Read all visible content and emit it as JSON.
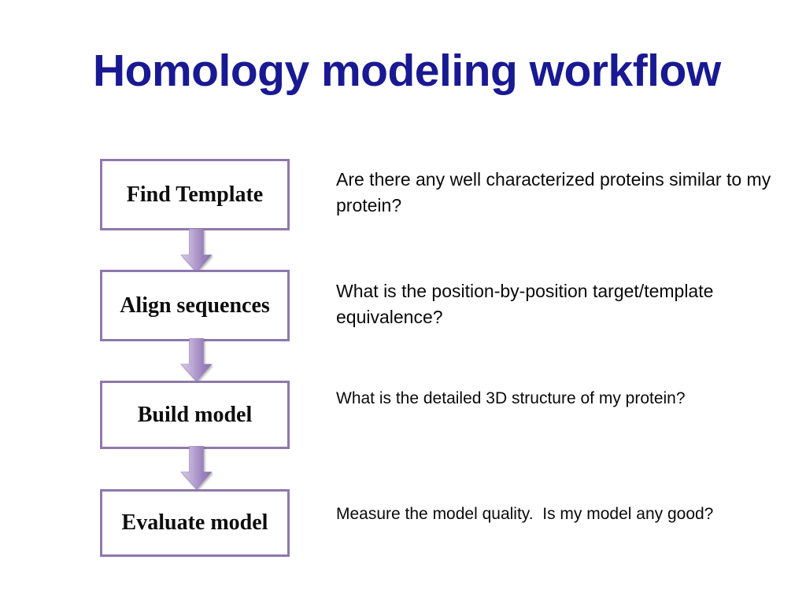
{
  "slide": {
    "title": "Homology modeling workflow",
    "background_color": "#ffffff",
    "title_color": "#191993"
  },
  "theme": {
    "box_border_color": "#8f78ad",
    "box_fill_color": "#ffffff",
    "arrow_gradient_light": "#cdbfe0",
    "arrow_gradient_dark": "#8b72ae",
    "body_text_color": "#0a0a0a"
  },
  "workflow": {
    "steps": [
      {
        "id": "find-template",
        "label": "Find Template",
        "description": "Are there any well characterized proteins similar to my protein?"
      },
      {
        "id": "align-sequences",
        "label": "Align sequences",
        "description": "What is the position-by-position target/template equivalence?"
      },
      {
        "id": "build-model",
        "label": "Build model",
        "description": "What is the detailed 3D structure of my protein?"
      },
      {
        "id": "evaluate-model",
        "label": "Evaluate model",
        "description": "Measure the model quality.  Is my model any good?"
      }
    ],
    "connectors": [
      {
        "id": "arrow-find-to-align",
        "icon": "arrow-down-icon"
      },
      {
        "id": "arrow-align-to-build",
        "icon": "arrow-down-icon"
      },
      {
        "id": "arrow-build-to-evaluate",
        "icon": "arrow-down-icon"
      }
    ]
  }
}
